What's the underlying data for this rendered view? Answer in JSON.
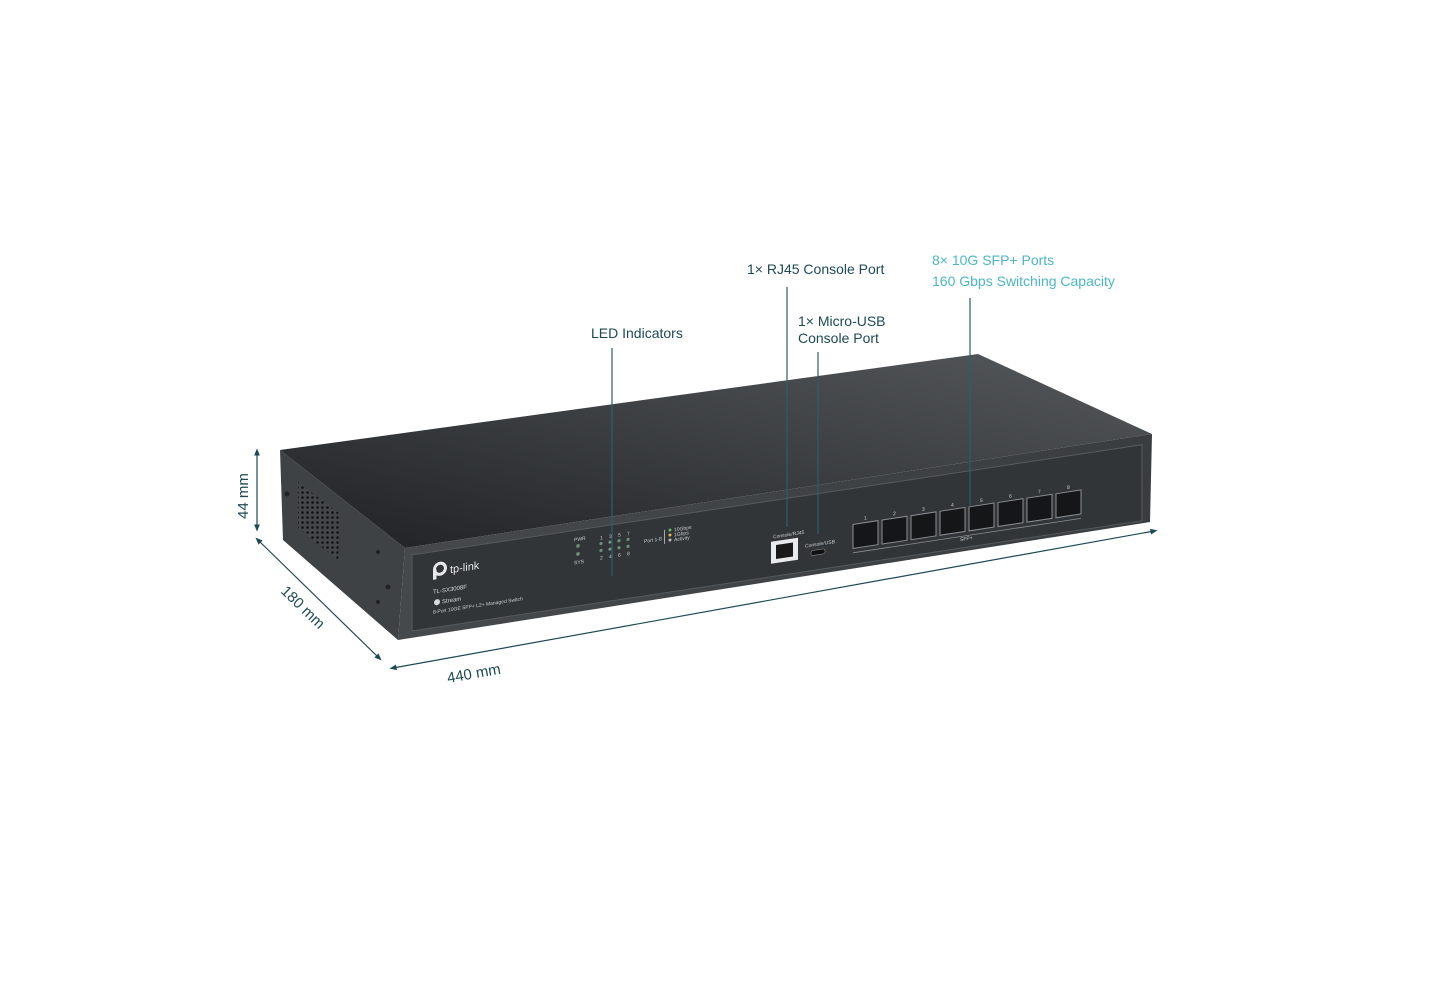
{
  "callouts": {
    "led": "LED Indicators",
    "rj45": "1× RJ45 Console Port",
    "usb_line1": "1× Micro-USB",
    "usb_line2": "Console Port",
    "sfp_line1": "8× 10G SFP+ Ports",
    "sfp_line2": "160 Gbps Switching Capacity"
  },
  "dimensions": {
    "height": "44 mm",
    "depth": "180 mm",
    "width": "440 mm"
  },
  "device": {
    "brand": "tp-link",
    "model": "TL-SX3008F",
    "series": "Stream",
    "description": "8-Port 10GE SFP+ L2+ Managed Switch",
    "pwr": "PWR",
    "sys": "SYS",
    "port_group": "Port 1-8",
    "legend": [
      "10Gbps",
      "1Gbps",
      "Activity"
    ],
    "console_rj45": "Console/RJ45",
    "console_usb": "Console/USB",
    "sfp_label": "SFP+",
    "led_numbers_top": [
      "1",
      "3",
      "5",
      "7"
    ],
    "led_numbers_bottom": [
      "2",
      "4",
      "6",
      "8"
    ],
    "port_numbers": [
      "1",
      "2",
      "3",
      "4",
      "5",
      "6",
      "7",
      "8"
    ]
  },
  "colors": {
    "label": "#1e4a55",
    "accent": "#4cb7c3",
    "chassis": "#3a3d40"
  }
}
